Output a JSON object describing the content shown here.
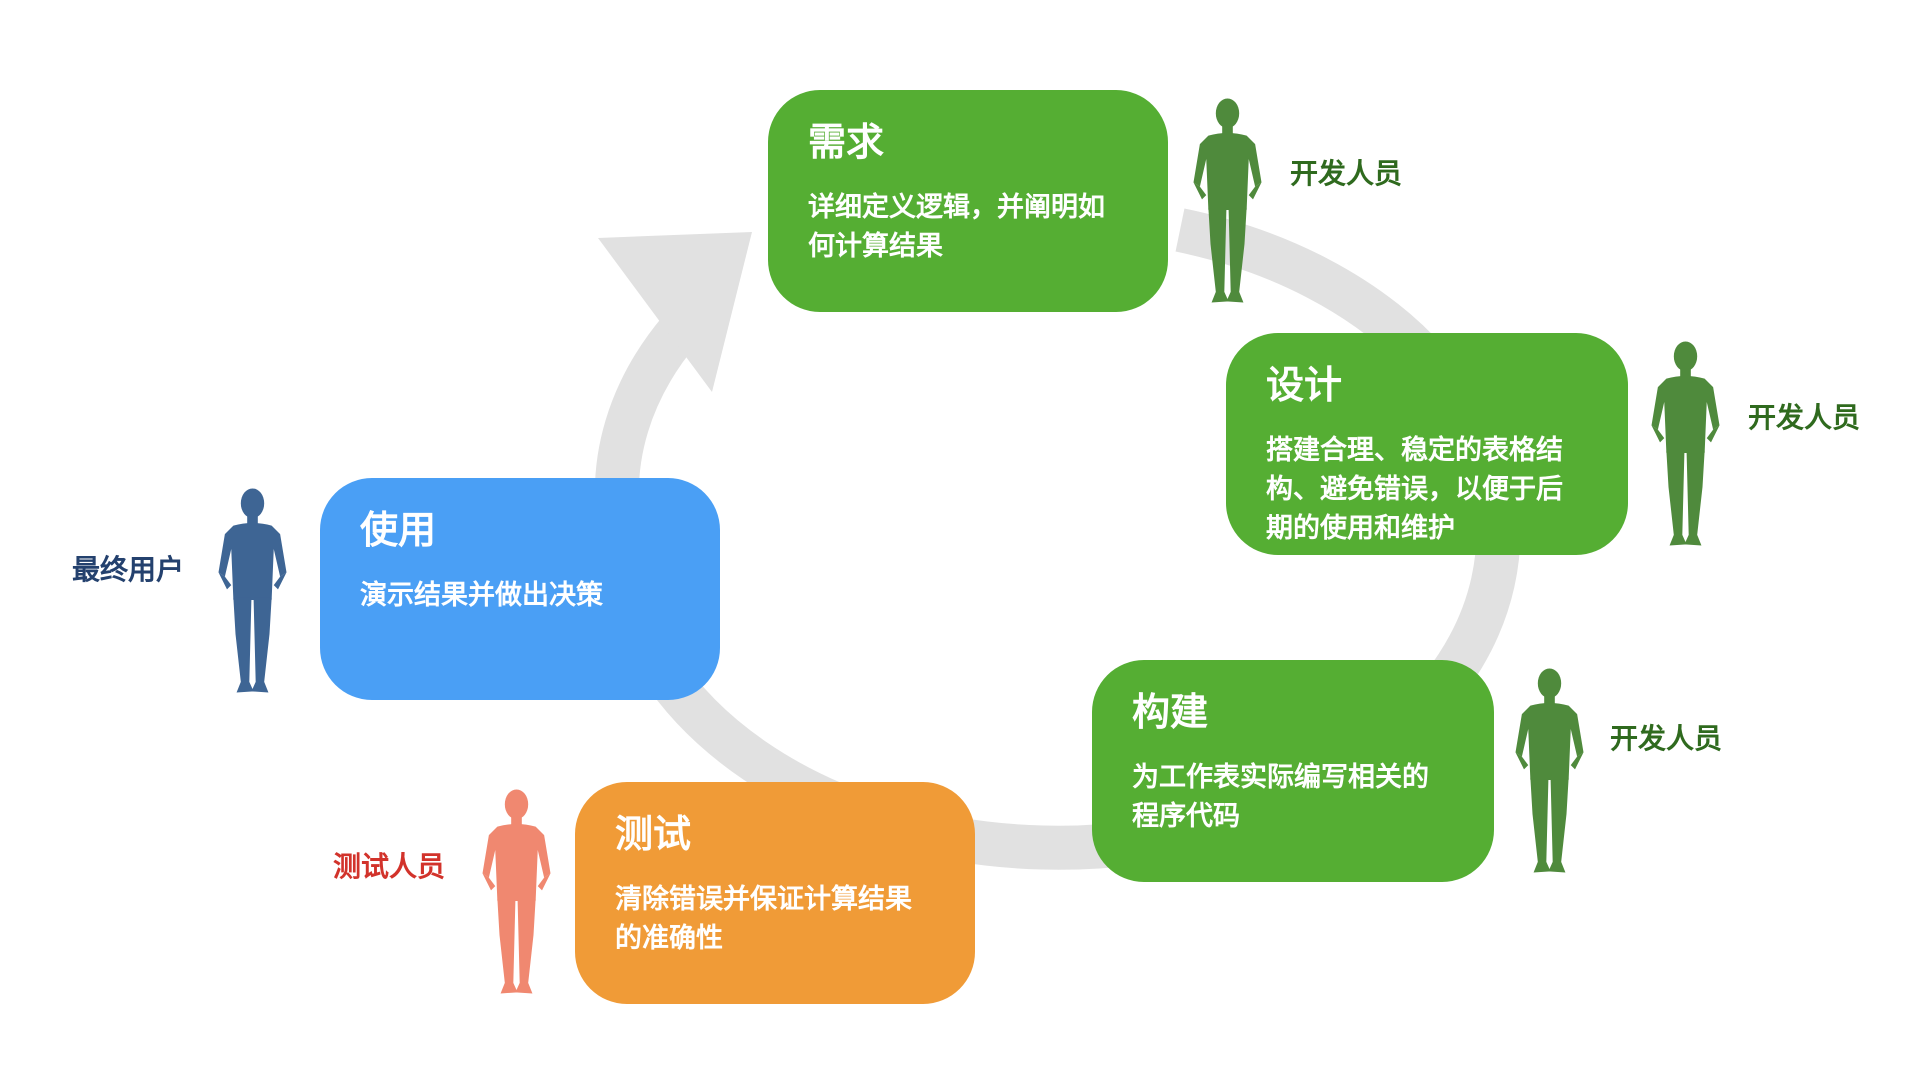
{
  "colors": {
    "green": "#55ae33",
    "blue": "#4a9ff5",
    "orange": "#f09b37",
    "arrow": "#e1e1e1",
    "developer_figure": "#4f8a3c",
    "developer_label": "#2f6a1e",
    "user_figure": "#3e6594",
    "user_label": "#24416e",
    "tester_figure": "#f08870",
    "tester_label": "#d2332b"
  },
  "stages": {
    "requirements": {
      "title": "需求",
      "desc": "详细定义逻辑，并阐明如何计算结果"
    },
    "design": {
      "title": "设计",
      "desc": "搭建合理、稳定的表格结构、避免错误，以便于后期的使用和维护"
    },
    "build": {
      "title": "构建",
      "desc": "为工作表实际编写相关的程序代码"
    },
    "test": {
      "title": "测试",
      "desc": "清除错误并保证计算结果的准确性"
    },
    "use": {
      "title": "使用",
      "desc": "演示结果并做出决策"
    }
  },
  "roles": {
    "requirements": {
      "label": "开发人员",
      "icon": "person-icon"
    },
    "design": {
      "label": "开发人员",
      "icon": "person-icon"
    },
    "build": {
      "label": "开发人员",
      "icon": "person-icon"
    },
    "test": {
      "label": "测试人员",
      "icon": "person-icon"
    },
    "use": {
      "label": "最终用户",
      "icon": "person-icon"
    }
  }
}
